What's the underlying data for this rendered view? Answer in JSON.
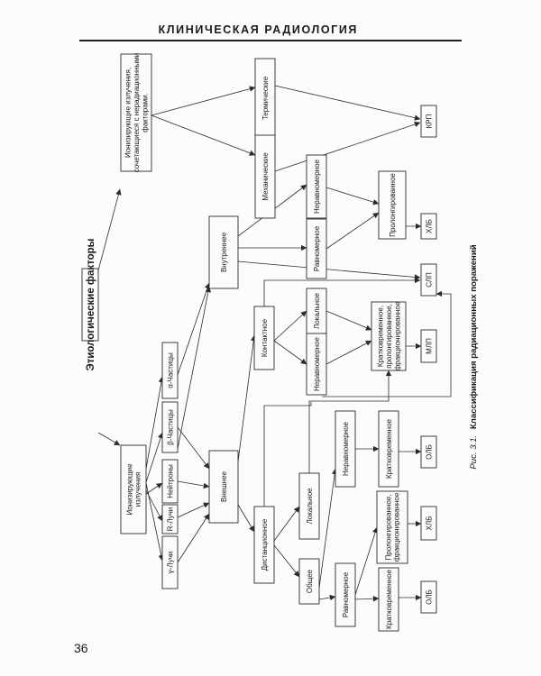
{
  "header": {
    "title": "КЛИНИЧЕСКАЯ РАДИОЛОГИЯ"
  },
  "page_number": "36",
  "figure": {
    "caption_lead": "Рис. 3.1.",
    "caption_text": "Классификация радиационных поражений"
  },
  "nodes": {
    "etiology": "Этиологические факторы",
    "ionizing": [
      "Ионизирующие",
      "излучения"
    ],
    "ionizing_combined": [
      "Ионизирующие излучения,",
      "сочетающиеся с нерадиационными",
      "факторами."
    ],
    "gamma": "γ-Лучи",
    "xray": "R-Лучи",
    "neutrons": "Нейтроны",
    "beta": "β-Частицы",
    "alpha": "α-Частицы",
    "external": "Внешнее",
    "internal": "Внутреннее",
    "thermal": "Термические",
    "mechanical": "Механические",
    "krp": "КРП",
    "distant": "Дистанционное",
    "contact": "Контактное",
    "general": "Общее",
    "local_distant": "Локальное",
    "local_contact": "Локальное",
    "uneven_contact": "Неравномерное",
    "even_internal": "Равномерное",
    "uneven_internal": "Неравномерное",
    "prolonged_internal": "Пролонгированное",
    "hlb_internal": "ХЛБ",
    "slp": "СЛП",
    "multi_contact": [
      "Кратковременное,",
      "пролонгированное,",
      "фракционированное"
    ],
    "mlp": "МЛП",
    "uneven_distant": "Неравномерное",
    "short_uneven": "Кратковременное",
    "olb_uneven": "ОЛБ",
    "even_distant": "Равномерное",
    "prolfrac_even": [
      "Пролонгированное,",
      "фракционированное"
    ],
    "hlb_even": "ХЛБ",
    "short_even": "Кратковременное",
    "olb_even": "ОЛБ"
  }
}
